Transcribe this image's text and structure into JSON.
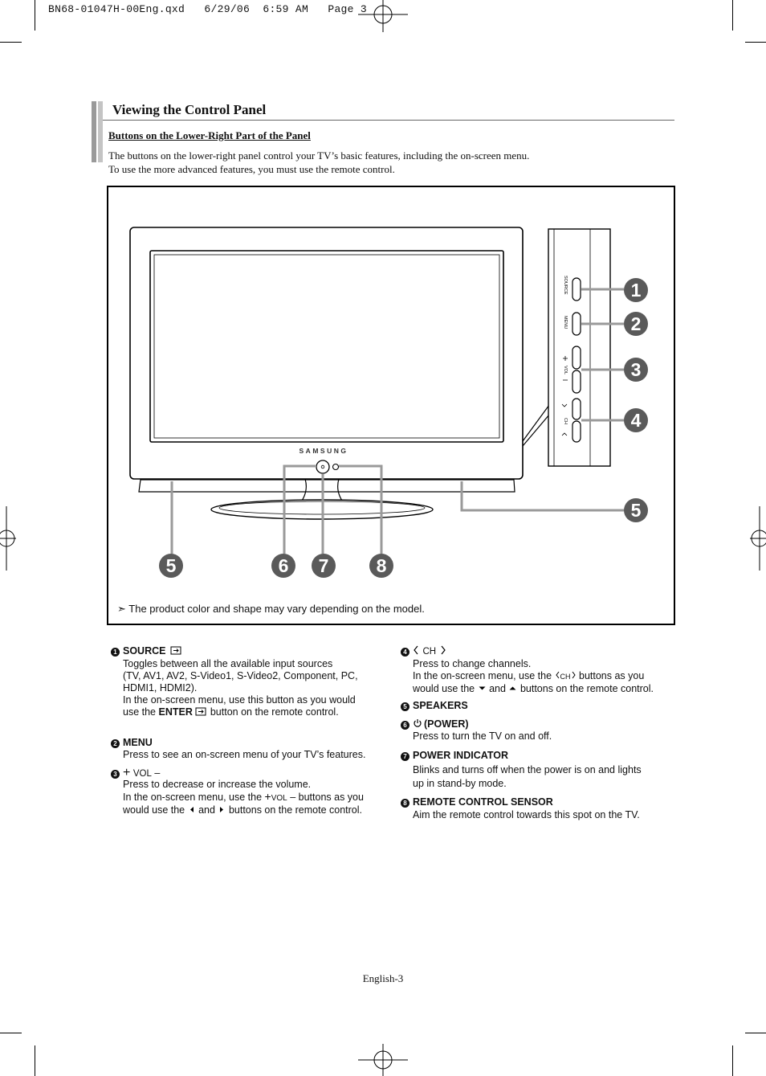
{
  "print_header": "BN68-01047H-00Eng.qxd   6/29/06  6:59 AM   Page 3",
  "section_title": "Viewing the Control Panel",
  "subheading": "Buttons on the Lower-Right Part of the Panel",
  "intro": [
    "The buttons on the lower-right panel control your TV’s basic features, including the on-screen menu.",
    "To use the more advanced features, you must use the remote control."
  ],
  "figure": {
    "brand": "SAMSUNG",
    "side_labels": {
      "source": "SOURCE",
      "menu": "MENU",
      "vol": "VOL",
      "ch": "CH"
    },
    "callouts": [
      "1",
      "2",
      "3",
      "4",
      "5",
      "5",
      "6",
      "7",
      "8"
    ],
    "note_symbol": "➣",
    "note": "The product color and shape may vary depending on the model."
  },
  "items": {
    "source": {
      "num": "1",
      "title": "SOURCE",
      "icon": "input-source-icon",
      "lines": [
        "Toggles between all the available input sources",
        "(TV, AV1, AV2, S-Video1, S-Video2, Component, PC,",
        "HDMI1, HDMI2).",
        "In the on-screen menu, use this button as you would"
      ],
      "last_pre": "use the",
      "last_bold": "ENTER",
      "last_post": "button on the remote control."
    },
    "menu": {
      "num": "2",
      "title": "MENU",
      "line": "Press to see an on-screen menu of your TV’s features."
    },
    "vol": {
      "num": "3",
      "plus": "+",
      "label": "VOL",
      "minus": "–",
      "line1": "Press to decrease or increase the volume.",
      "line2_pre": "In the on-screen menu, use the",
      "line2_post": "buttons as you",
      "line3_pre": "would use the",
      "line3_and": "and",
      "line3_post": "buttons on the remote control."
    },
    "ch": {
      "num": "4",
      "label": "CH",
      "line1": "Press to change channels.",
      "line2_pre": "In the on-screen menu, use the",
      "line2_post": "buttons as you",
      "line3_pre": "would use the",
      "line3_and": "and",
      "line3_post": "buttons on the remote control."
    },
    "speakers": {
      "num": "5",
      "title": "SPEAKERS"
    },
    "power": {
      "num": "6",
      "title": "(POWER)",
      "line": "Press to turn the TV on and off."
    },
    "indicator": {
      "num": "7",
      "title": "POWER INDICATOR",
      "line1": "Blinks and turns off when the power is on and lights",
      "line2": "up in stand-by mode."
    },
    "sensor": {
      "num": "8",
      "title": "REMOTE CONTROL SENSOR",
      "line": "Aim the remote control towards this spot on the TV."
    }
  },
  "page_number": "English-3"
}
